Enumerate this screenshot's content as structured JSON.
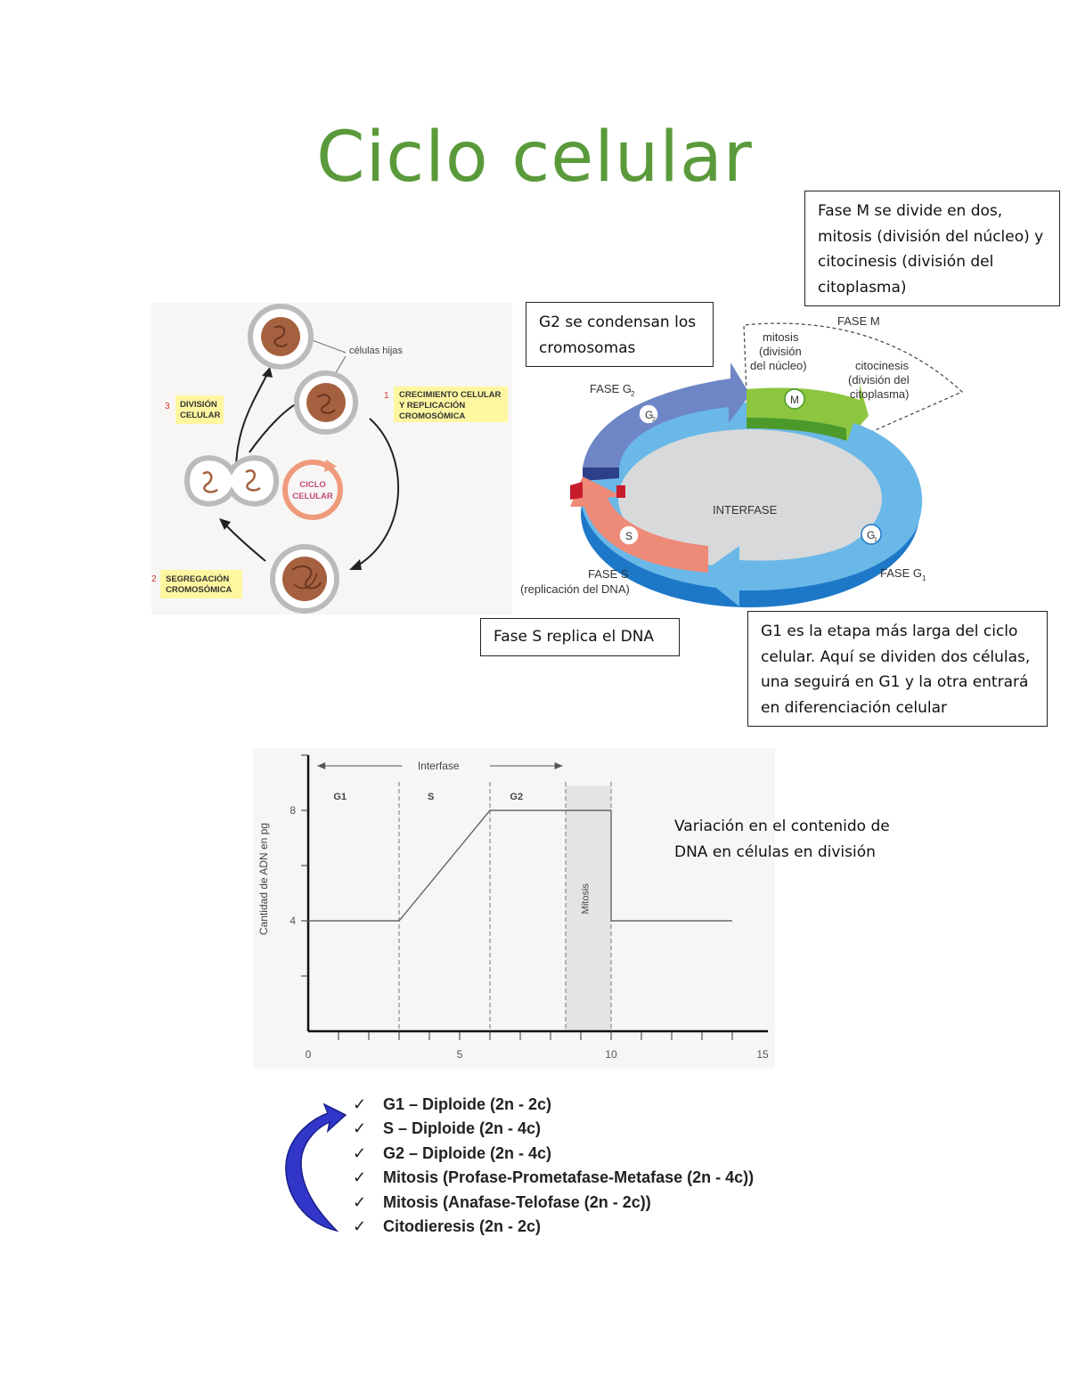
{
  "title": "Ciclo celular",
  "left_diagram": {
    "daughter_cells_label": "células hijas",
    "step1_num": "1",
    "step1_label": [
      "CRECIMIENTO CELULAR",
      "Y REPLICACIÓN",
      "CROMOSÓMICA"
    ],
    "step2_num": "2",
    "step2_label": [
      "SEGREGACIÓN",
      "CROMOSÓMICA"
    ],
    "step3_num": "3",
    "step3_label": [
      "DIVISIÓN",
      "CELULAR"
    ],
    "center_label": [
      "CICLO",
      "CELULAR"
    ],
    "colors": {
      "label_bg": "#fff7a0",
      "step_number": "#d8342a",
      "cycle_arrow": "#f09a7c",
      "nucleus": "#a5613f"
    }
  },
  "right_diagram": {
    "fase_m": "FASE M",
    "mitosis": [
      "mitosis",
      "(división",
      "del núcleo)"
    ],
    "citocinesis": [
      "citocinesis",
      "(división del",
      "citoplasma)"
    ],
    "fase_g2": "FASE G",
    "fase_g2_sub": "2",
    "fase_g1": "FASE G",
    "fase_g1_sub": "1",
    "fase_s": "FASE S",
    "fase_s_note": "(replicación del DNA)",
    "interfase": "INTERFASE",
    "badge_m": "M",
    "badge_g2": "G",
    "badge_g1": "G",
    "badge_s": "S",
    "colors": {
      "g2": "#6e86c6",
      "m": "#8cc63e",
      "g1": "#6ab8e8",
      "s": "#ee8a78",
      "center": "#d7d9da"
    }
  },
  "callouts": {
    "fase_m": "Fase M se divide en dos, mitosis (división del núcleo) y citocinesis (división del citoplasma)",
    "g2": "G2 se condensan los cromosomas",
    "s": "Fase S replica el DNA",
    "g1": "G1 es la etapa más larga del ciclo celular. Aquí se dividen dos células, una seguirá en G1 y la otra entrará en diferenciación celular"
  },
  "chart_data": {
    "type": "line",
    "title": "",
    "xlabel": "",
    "ylabel": "Cantidad de ADN en pg",
    "top_annotation": "Interfase",
    "xlim": [
      0,
      15
    ],
    "ylim": [
      0,
      10
    ],
    "x_ticks": [
      0,
      5,
      10,
      15
    ],
    "y_ticks": [
      4,
      8
    ],
    "phases": [
      {
        "label": "G1",
        "x_start": 0,
        "x_end": 3
      },
      {
        "label": "S",
        "x_start": 3,
        "x_end": 6
      },
      {
        "label": "G2",
        "x_start": 6,
        "x_end": 8.5
      },
      {
        "label": "Mitosis",
        "x_start": 8.5,
        "x_end": 10
      }
    ],
    "series": [
      {
        "x": [
          0,
          3,
          6,
          10,
          10,
          14
        ],
        "y": [
          4,
          4,
          8,
          8,
          4,
          4
        ]
      }
    ],
    "grid": false
  },
  "chart_note": "Variación en el contenido de DNA en células en división",
  "checklist": [
    "G1 – Diploide (2n - 2c)",
    "S – Diploide (2n - 4c)",
    "G2 – Diploide (2n - 4c)",
    "Mitosis (Profase-Prometafase-Metafase (2n - 4c))",
    "Mitosis (Anafase-Telofase (2n - 2c))",
    "Citodieresis (2n - 2c)"
  ],
  "checkmark": "✓",
  "checklist_arrow_color": "#3136c8"
}
